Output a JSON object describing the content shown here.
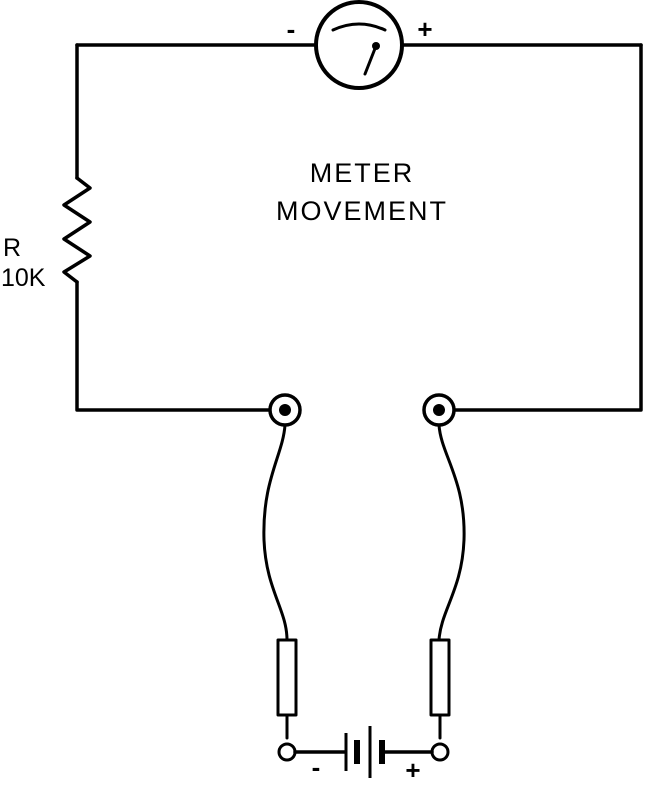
{
  "meter": {
    "label_line1": "METER",
    "label_line2": "MOVEMENT",
    "neg_sign": "-",
    "pos_sign": "+"
  },
  "resistor": {
    "name": "R",
    "value": "10K"
  },
  "battery": {
    "neg_sign": "-",
    "pos_sign": "+"
  },
  "colors": {
    "ink": "#000000",
    "paper": "#ffffff"
  }
}
